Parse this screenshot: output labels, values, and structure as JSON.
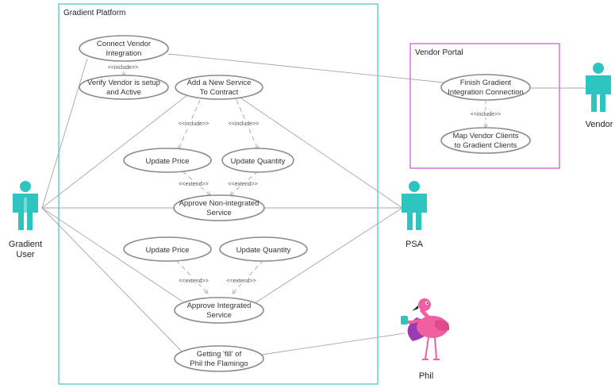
{
  "colors": {
    "platform_border": "#3cc8c0",
    "portal_border": "#c850c8",
    "actor": "#2ec4c0",
    "ellipse_stroke": "#8c8c8c",
    "line": "#a6a6a6"
  },
  "boundaries": {
    "platform": "Gradient Platform",
    "portal": "Vendor Portal"
  },
  "actors": {
    "gradient_user_1": "Gradient",
    "gradient_user_2": "User",
    "psa": "PSA",
    "vendor": "Vendor",
    "phil": "Phil"
  },
  "use_cases": {
    "connect_vendor": [
      "Connect Vendor",
      "Integration"
    ],
    "verify_vendor": [
      "Verify Vendor is setup",
      "and Active"
    ],
    "add_service": [
      "Add a New Service",
      "To Contract"
    ],
    "update_price_1": [
      "Update Price"
    ],
    "update_quantity_1": [
      "Update Quantity"
    ],
    "approve_non_integrated": [
      "Approve Non-integrated",
      "Service"
    ],
    "update_price_2": [
      "Update Price"
    ],
    "update_quantity_2": [
      "Update Quantity"
    ],
    "approve_integrated": [
      "Approve Integrated",
      "Service"
    ],
    "getting_fill": [
      "Getting 'fill' of",
      "Phil the Flamingo"
    ],
    "finish_gradient": [
      "Finish Gradient",
      "Integration Connection"
    ],
    "map_vendor": [
      "Map Vendor Clients",
      "to Gradient Clients"
    ]
  },
  "relations": {
    "include": "<<include>>",
    "extend": "<<extend>>"
  }
}
